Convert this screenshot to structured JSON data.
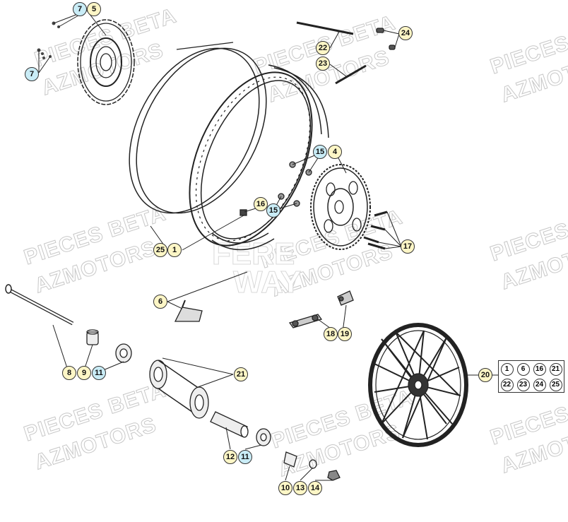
{
  "watermark": {
    "line1": "PIECES BETA",
    "line2": "AZMOTORS",
    "center_logo_line1": "FERE",
    "center_logo_line2": "WAY"
  },
  "callouts": {
    "c7a": "7",
    "c5": "5",
    "c7b": "7",
    "c22": "22",
    "c23": "23",
    "c24": "24",
    "c15a": "15",
    "c4": "4",
    "c16": "16",
    "c15b": "15",
    "c17": "17",
    "c25": "25",
    "c1": "1",
    "c6": "6",
    "c18": "18",
    "c19": "19",
    "c8": "8",
    "c9": "9",
    "c11a": "11",
    "c21": "21",
    "c20": "20",
    "c12": "12",
    "c11b": "11",
    "c10": "10",
    "c13": "13",
    "c14": "14"
  },
  "kit_grid": {
    "row1": [
      "1",
      "6",
      "16",
      "21"
    ],
    "row2": [
      "22",
      "23",
      "24",
      "25"
    ]
  },
  "colors": {
    "callout_yellow": "#fdf6c6",
    "callout_blue": "#c9ecf6",
    "line": "#222222"
  }
}
